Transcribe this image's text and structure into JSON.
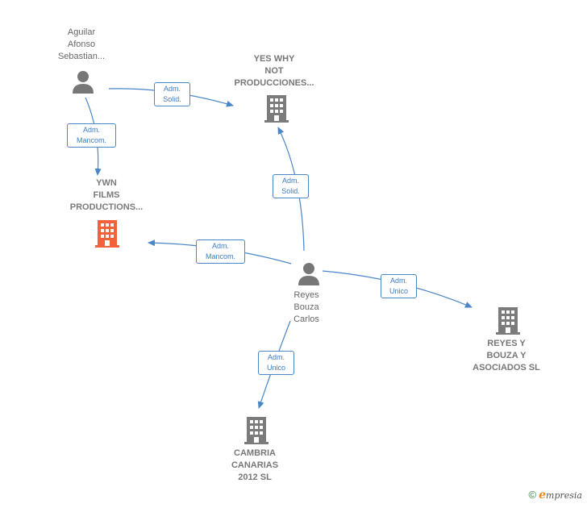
{
  "colors": {
    "edge": "#4a86c8",
    "company_icon": "#7b7b7b",
    "focus_icon": "#f1623a",
    "person_icon": "#777777"
  },
  "nodes": {
    "aguilar": {
      "lines": [
        "Aguilar",
        "Afonso",
        "Sebastian..."
      ],
      "icon": "person-icon"
    },
    "yes_why": {
      "lines": [
        "YES WHY",
        "NOT",
        "PRODUCCIONES..."
      ],
      "icon": "building-icon"
    },
    "ywn": {
      "lines": [
        "YWN",
        "FILMS",
        "PRODUCTIONS..."
      ],
      "icon": "building-icon"
    },
    "reyes": {
      "lines": [
        "Reyes",
        "Bouza",
        "Carlos"
      ],
      "icon": "person-icon"
    },
    "reyes_bouza": {
      "lines": [
        "REYES Y",
        "BOUZA Y",
        "ASOCIADOS SL"
      ],
      "icon": "building-icon"
    },
    "cambria": {
      "lines": [
        "CAMBRIA",
        "CANARIAS",
        "2012 SL"
      ],
      "icon": "building-icon"
    }
  },
  "edges": [
    {
      "id": "aguilar-yes",
      "lines": [
        "Adm.",
        "Solid."
      ]
    },
    {
      "id": "aguilar-ywn",
      "lines": [
        "Adm.",
        "Mancom."
      ]
    },
    {
      "id": "reyes-yes",
      "lines": [
        "Adm.",
        "Solid."
      ]
    },
    {
      "id": "reyes-ywn",
      "lines": [
        "Adm.",
        "Mancom."
      ]
    },
    {
      "id": "reyes-reyesbouza",
      "lines": [
        "Adm.",
        "Unico"
      ]
    },
    {
      "id": "reyes-cambria",
      "lines": [
        "Adm.",
        "Unico"
      ]
    }
  ],
  "footer": {
    "copyright": "©",
    "brand_initial": "e",
    "brand_rest": "mpresia"
  }
}
